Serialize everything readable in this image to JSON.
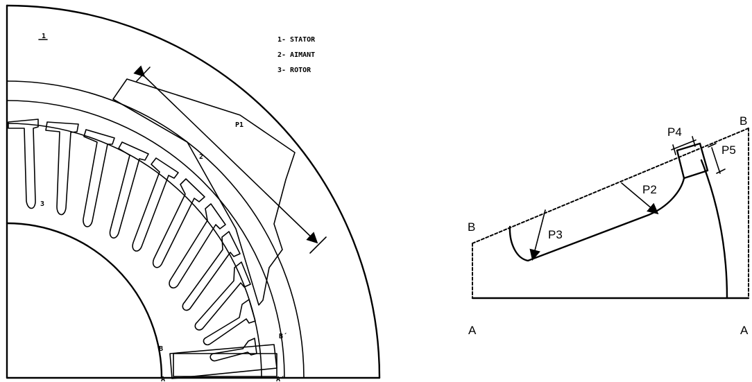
{
  "left_diagram": {
    "legend": [
      "1- STATOR",
      "2- AIMANT",
      "3- ROTOR"
    ],
    "labels": {
      "stator": "1",
      "magnet": "2",
      "rotor": "3",
      "p1": "P1",
      "b": "B",
      "b_prime": "B´",
      "a": "A",
      "a_prime": "A´"
    }
  },
  "right_diagram": {
    "labels": {
      "b_left": "B",
      "b_right": "B",
      "a_left": "A",
      "a_right": "A",
      "p2": "P2",
      "p3": "P3",
      "p4": "P4",
      "p5": "P5"
    }
  }
}
